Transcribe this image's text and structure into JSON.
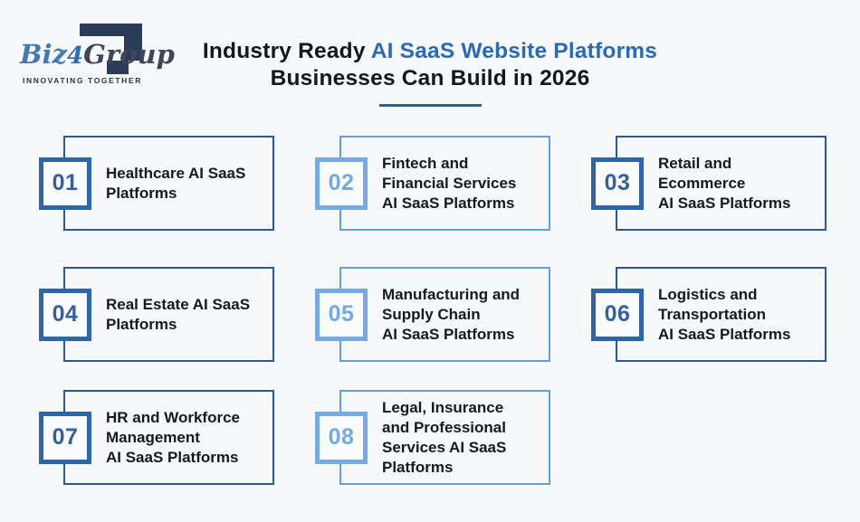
{
  "logo": {
    "text_biz": "Biz",
    "text_4": "4",
    "text_group": "Group",
    "tagline": "INNOVATING TOGETHER",
    "colors": {
      "biz": "#4479b8",
      "group": "#3d4758",
      "shape": "#2a3c58"
    }
  },
  "header": {
    "title_prefix": "Industry Ready ",
    "title_highlight": "AI SaaS Website Platforms",
    "title_line2": "Businesses Can Build in 2026",
    "highlight_color": "#2b6ab5",
    "underline_color": "#2e5f97"
  },
  "colors": {
    "background": "#f7f8fa",
    "dark": {
      "card_border": "#27599c",
      "box_border": "#2b65ac",
      "number": "#33619f"
    },
    "light": {
      "card_border": "#60a0de",
      "box_border": "#74abe4",
      "number": "#74aae2"
    }
  },
  "cards": [
    {
      "number": "01",
      "title": "Healthcare AI SaaS\nPlatforms",
      "scheme": "dark"
    },
    {
      "number": "02",
      "title": "Fintech and\nFinancial Services\nAI SaaS Platforms",
      "scheme": "light"
    },
    {
      "number": "03",
      "title": "Retail and\nEcommerce\nAI SaaS Platforms",
      "scheme": "dark"
    },
    {
      "number": "04",
      "title": "Real Estate AI SaaS\nPlatforms",
      "scheme": "dark"
    },
    {
      "number": "05",
      "title": "Manufacturing and\nSupply Chain\nAI SaaS Platforms",
      "scheme": "light"
    },
    {
      "number": "06",
      "title": "Logistics and\nTransportation\nAI SaaS Platforms",
      "scheme": "dark"
    },
    {
      "number": "07",
      "title": "HR and Workforce\nManagement\nAI SaaS Platforms",
      "scheme": "dark"
    },
    {
      "number": "08",
      "title": "Legal, Insurance\nand Professional\nServices AI SaaS\nPlatforms",
      "scheme": "light"
    }
  ]
}
